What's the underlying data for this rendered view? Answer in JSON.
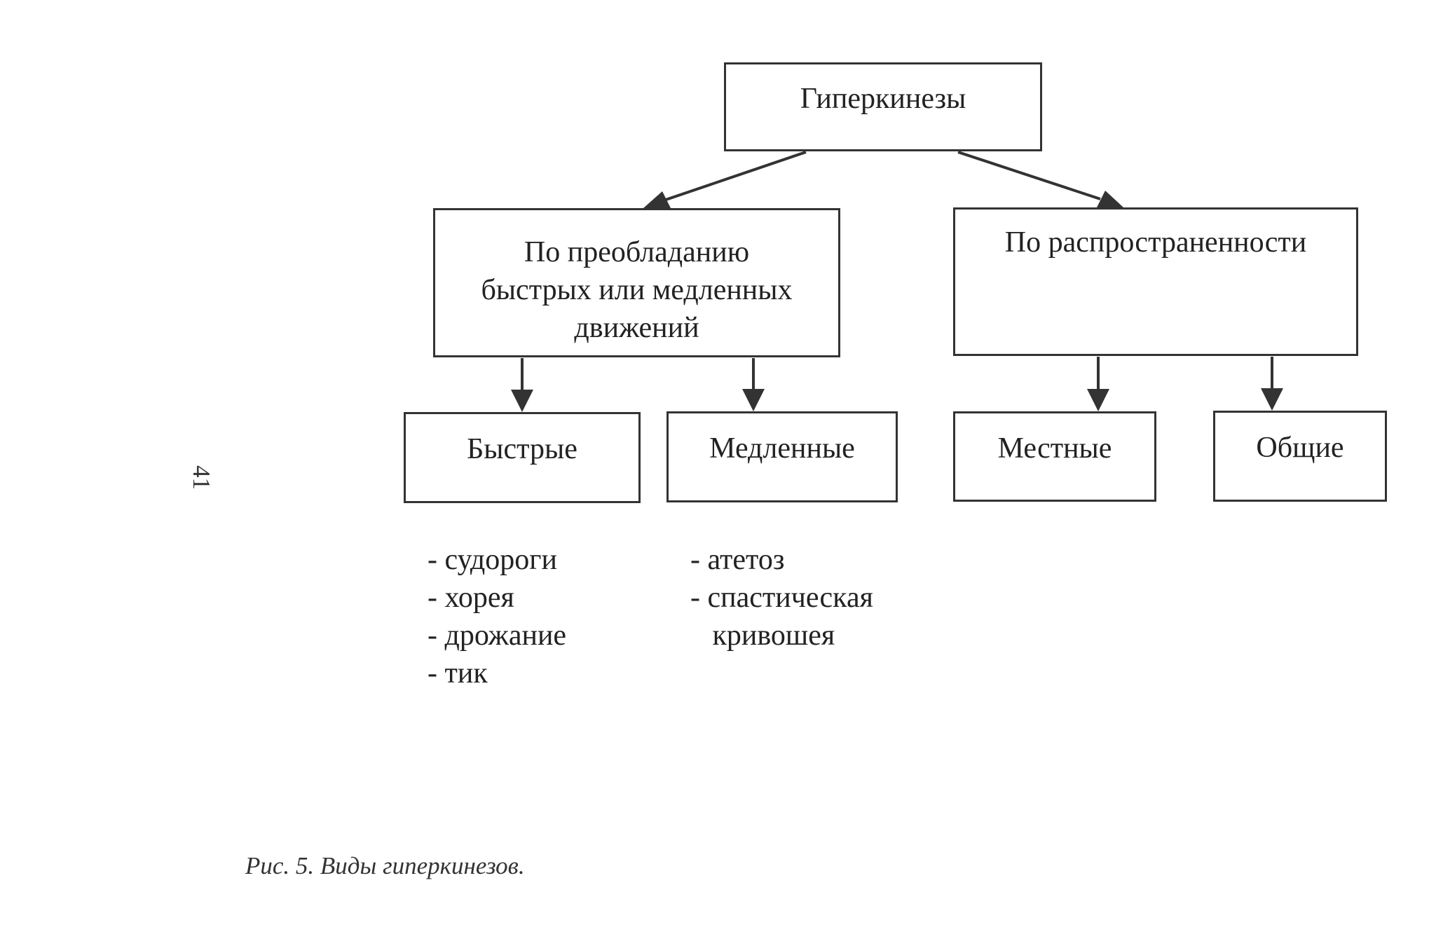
{
  "diagram": {
    "root": "Гиперкинезы",
    "by_speed": {
      "lines": [
        "По преобладанию",
        "быстрых или медленных",
        "движений"
      ],
      "fast": {
        "label": "Быстрые",
        "items": [
          "- судороги",
          "- хорея",
          "- дрожание",
          "- тик"
        ]
      },
      "slow": {
        "label": "Медленные",
        "items": [
          "- атетоз",
          "- спастическая",
          "   кривошея"
        ]
      }
    },
    "by_spread": {
      "label": "По распространенности",
      "local": "Местные",
      "general": "Общие"
    }
  },
  "caption": "Рис. 5. Виды гиперкинезов.",
  "page_number": "41"
}
